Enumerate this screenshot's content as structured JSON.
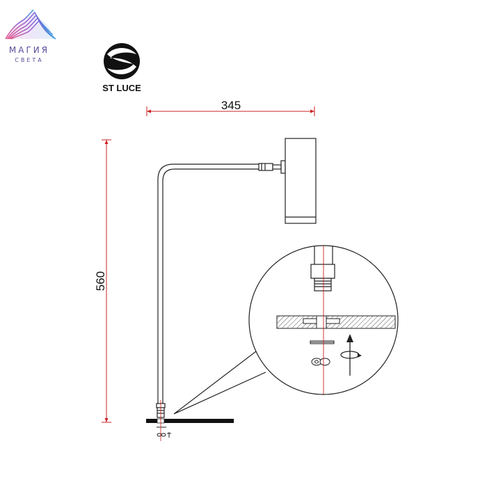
{
  "brand": {
    "logo_word_1": "МАГИЯ",
    "logo_word_2": "СВЕТА",
    "secondary_logo": "ST LUCE"
  },
  "dimensions": {
    "width_mm": "345",
    "height_mm": "560"
  },
  "icons": [
    "wave-logo-icon",
    "st-luce-emblem-icon",
    "rotate-arrow-icon",
    "up-arrow-icon"
  ],
  "colors": {
    "line": "#222222",
    "dimension": "#cc2222",
    "hatch": "#555555"
  }
}
